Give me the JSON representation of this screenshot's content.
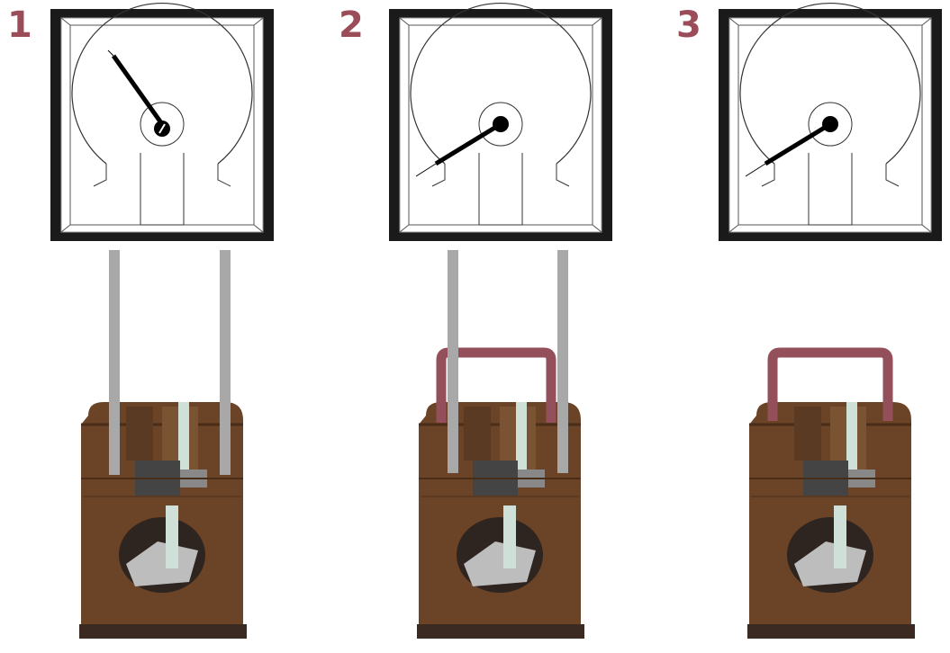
{
  "colors": {
    "step_number": "#9a4d58",
    "meter_frame": "#1a1a1a",
    "lead_wire": "#a8a8a8",
    "shorting_bridge": "#93505a",
    "transformer_body": "#6b4326"
  },
  "panels": [
    {
      "step": "1",
      "needle": "deflected",
      "leads_connected": true,
      "shorting_bridge": false
    },
    {
      "step": "2",
      "needle": "zero",
      "leads_connected": true,
      "shorting_bridge": true
    },
    {
      "step": "3",
      "needle": "zero",
      "leads_connected": false,
      "shorting_bridge": true
    }
  ]
}
